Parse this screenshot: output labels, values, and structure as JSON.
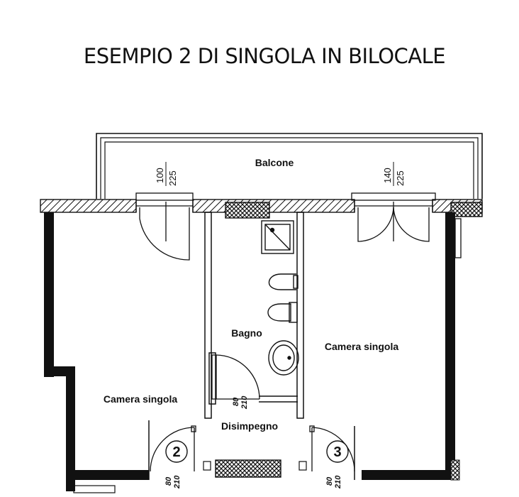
{
  "title": "ESEMPIO 2 DI SINGOLA IN BILOCALE",
  "rooms": {
    "balcony": "Balcone",
    "bathroom": "Bagno",
    "hallway": "Disimpegno",
    "bedroom_left": "Camera singola",
    "bedroom_right": "Camera singola"
  },
  "dimensions": {
    "window_left": {
      "width": "100",
      "height": "225"
    },
    "window_right": {
      "width": "140",
      "height": "225"
    },
    "door_bathroom": {
      "width": "80",
      "height": "210"
    },
    "door_2": {
      "width": "80",
      "height": "210"
    },
    "door_3": {
      "width": "80",
      "height": "210"
    }
  },
  "door_markers": [
    "2",
    "3"
  ]
}
